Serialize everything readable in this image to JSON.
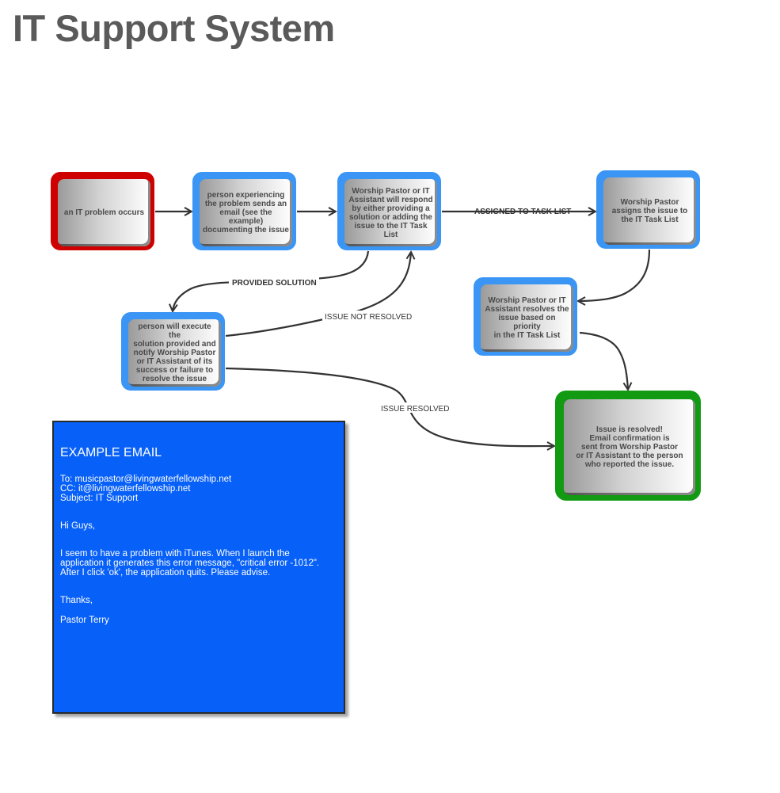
{
  "title": "IT Support System",
  "nodes": {
    "problem": "an IT problem occurs",
    "send_email": "person experiencing\nthe problem sends an\nemail (see the example)\ndocumenting the issue",
    "respond": "Worship Pastor or IT\nAssistant will respond\nby either providing a\nsolution or adding the\nissue to the IT Task List",
    "assign": "Worship Pastor\nassigns the issue to\nthe IT Task List",
    "resolve": "Worship Pastor or IT\nAssistant resolves the\nissue based on priority\nin the IT Task List",
    "execute": "person will execute the\nsolution provided and\nnotify Worship Pastor\nor IT Assistant of its\nsuccess or failure to\nresolve the issue",
    "resolved": "Issue is resolved!\nEmail confirmation is\nsent  from Worship Pastor\nor IT Assistant to the person\nwho reported the issue."
  },
  "edges": {
    "assigned": "ASSIGNED TO TASK LIST",
    "provided": "PROVIDED SOLUTION",
    "not_resolved": "ISSUE NOT RESOLVED",
    "resolved": "ISSUE RESOLVED"
  },
  "colors": {
    "process_border": "#3b95f4",
    "start_border": "#cf0000",
    "end_border": "#129a12",
    "email_background": "#0760f8"
  },
  "email": {
    "heading": "EXAMPLE EMAIL",
    "to": "To: musicpastor@livingwaterfellowship.net",
    "cc": "CC: it@livingwaterfellowship.net",
    "subject": "Subject: IT Support",
    "greeting": "Hi Guys,",
    "body_1": "I seem to have a problem with iTunes.  When I launch the",
    "body_2": "application it generates this error message, \"critical error -1012\".",
    "body_3": "After I click 'ok', the application quits.  Please advise.",
    "closing": "Thanks,",
    "signature": "Pastor Terry"
  }
}
